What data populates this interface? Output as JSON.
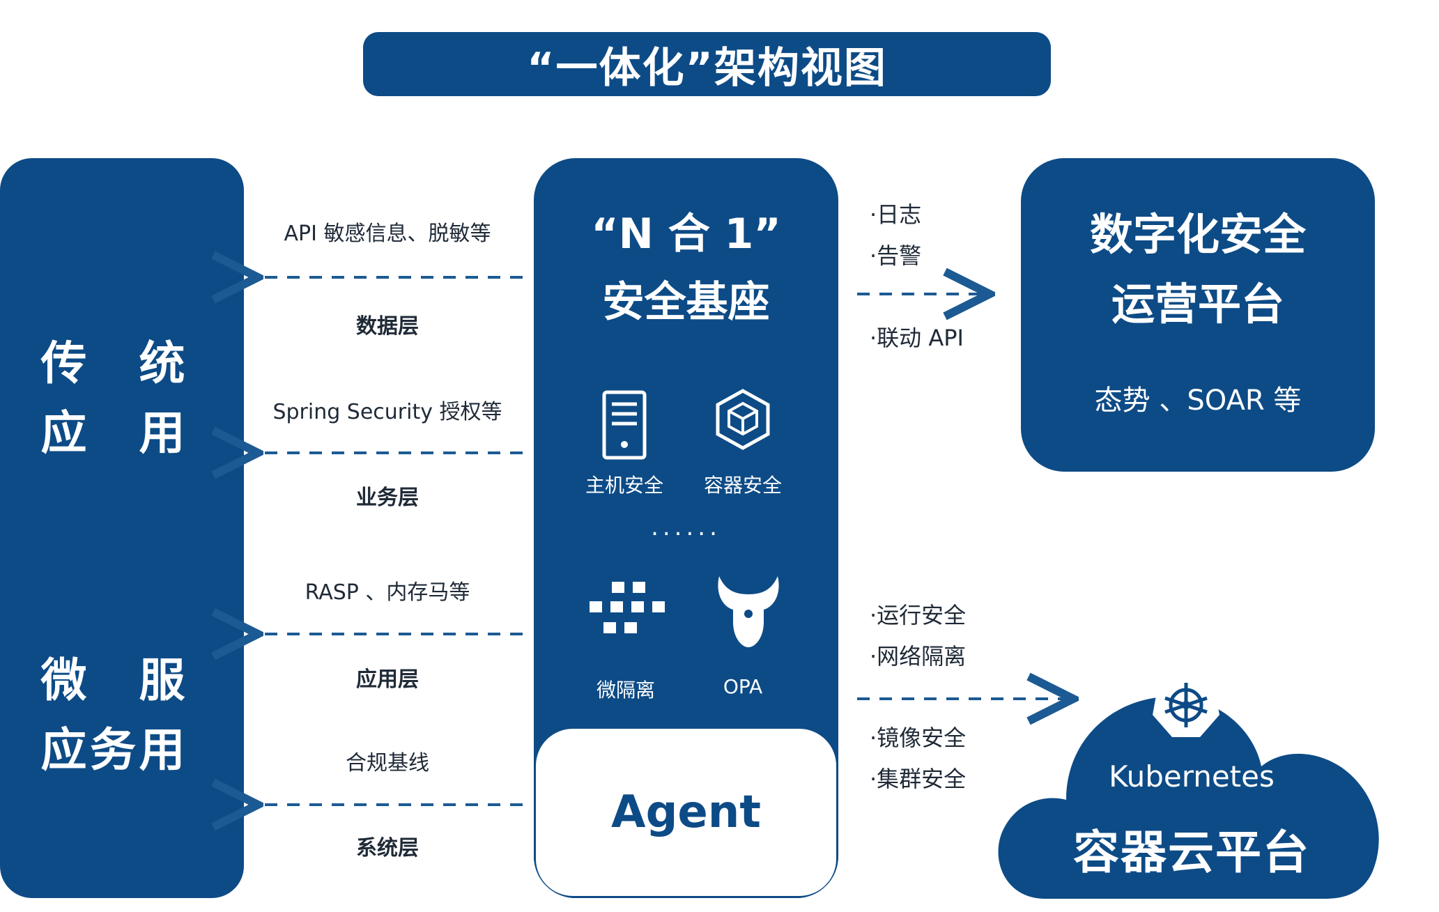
{
  "title": "“一体化”架构视图",
  "left_panel": {
    "line1": "传 统",
    "line2": "应 用",
    "line3": "微 服 务",
    "line4": "应 用"
  },
  "center_panel": {
    "title_line1": "“N 合 1”",
    "title_line2": "安全基座",
    "icons": [
      {
        "name": "server-icon",
        "label": "主机安全"
      },
      {
        "name": "container-cube-icon",
        "label": "容器安全"
      },
      {
        "name": "micro-isolation-icon",
        "label": "微隔离"
      },
      {
        "name": "opa-icon",
        "label": "OPA"
      }
    ],
    "ellipsis": "......",
    "agent": "Agent"
  },
  "layers": [
    {
      "desc": "API 敏感信息、脱敏等",
      "name": "数据层"
    },
    {
      "desc": "Spring Security 授权等",
      "name": "业务层"
    },
    {
      "desc": "RASP 、内存马等",
      "name": "应用层"
    },
    {
      "desc": "合规基线",
      "name": "系统层"
    }
  ],
  "right_panel": {
    "title_line1": "数字化安全",
    "title_line2": "运营平台",
    "subtitle": "态势 、SOAR 等"
  },
  "top_right_bullets": [
    "·日志",
    "·告警",
    "·联动 API"
  ],
  "bottom_right_bullets": [
    "·运行安全",
    "·网络隔离",
    "·镜像安全",
    "·集群安全"
  ],
  "cloud": {
    "label": "Kubernetes",
    "title": "容器云平台"
  },
  "colors": {
    "primary": "#0d4b86",
    "arrow": "#1c5a93"
  }
}
